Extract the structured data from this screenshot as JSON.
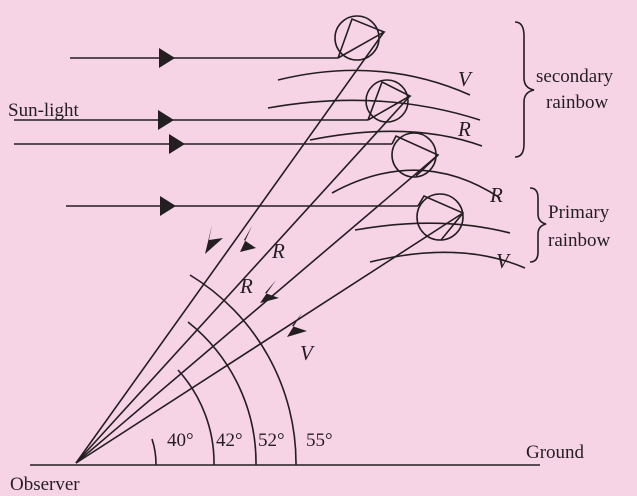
{
  "labels": {
    "sunlight": "Sun-light",
    "observer": "Observer",
    "ground": "Ground",
    "secondary_line1": "secondary",
    "secondary_line2": "rainbow",
    "primary_line1": "Primary",
    "primary_line2": "rainbow"
  },
  "color_letters": {
    "top_v": "V",
    "top_r": "R",
    "mid_r": "R",
    "bottom_v": "V",
    "ray_r1": "R",
    "ray_r2": "R",
    "ray_v": "V"
  },
  "angles": [
    "40°",
    "42°",
    "52°",
    "55°"
  ],
  "colors": {
    "background": "#f7d3e6",
    "ink": "#231f20"
  }
}
